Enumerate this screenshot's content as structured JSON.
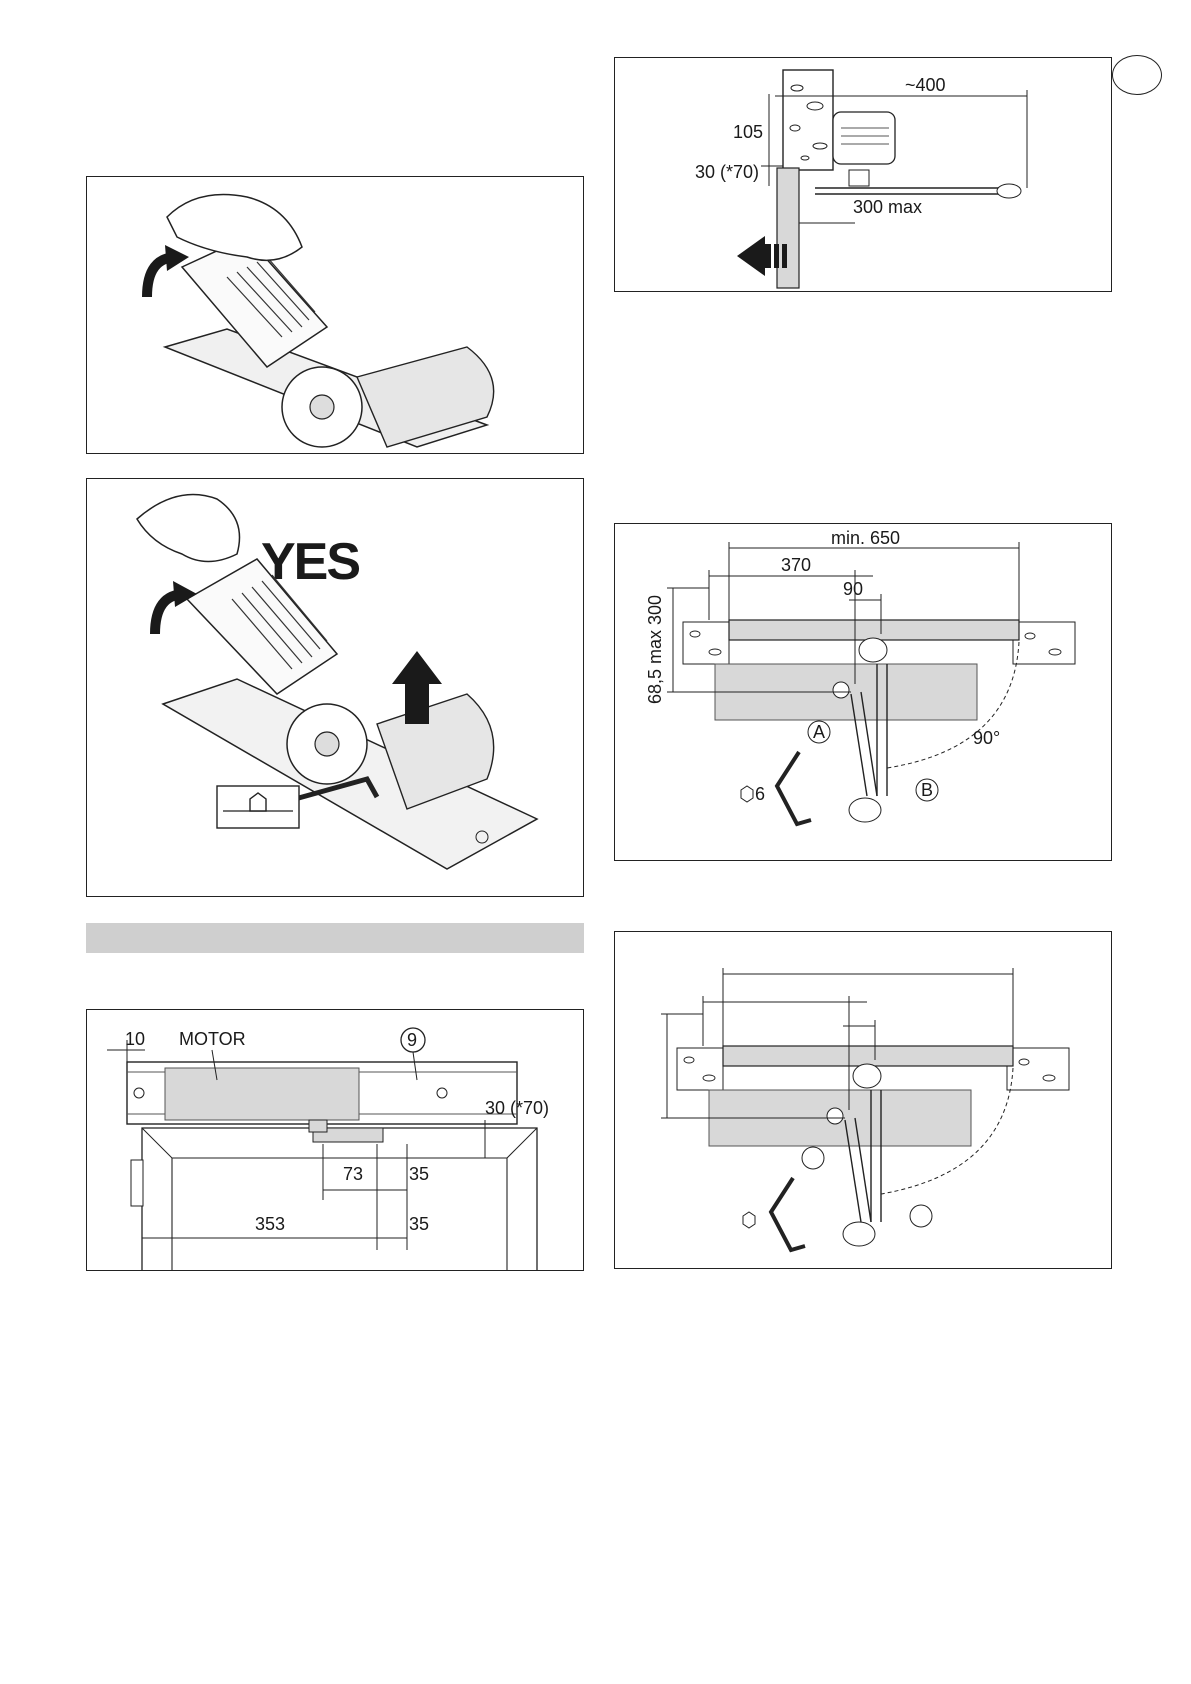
{
  "figures": {
    "yes_fig": {
      "caption": "YES"
    },
    "wall_section": {
      "dims": {
        "approx": "~400",
        "h1": "105",
        "h2": "30 (*70)",
        "max": "300 max"
      }
    },
    "motor_plan": {
      "labels": {
        "ten": "10",
        "motor": "MOTOR",
        "nine": "9",
        "offset": "30 (*70)",
        "d73": "73",
        "d35a": "35",
        "d353": "353",
        "d35b": "35"
      }
    },
    "arm_layout": {
      "dims": {
        "min": "min. 650",
        "d370": "370",
        "d90": "90",
        "vert": "68,5  max 300",
        "angle": "90°",
        "a": "A",
        "b": "B",
        "hex": "6"
      }
    }
  },
  "colors": {
    "line": "#1a1a1a",
    "shade": "#d8d8d8",
    "bar": "#cfcfcf"
  }
}
